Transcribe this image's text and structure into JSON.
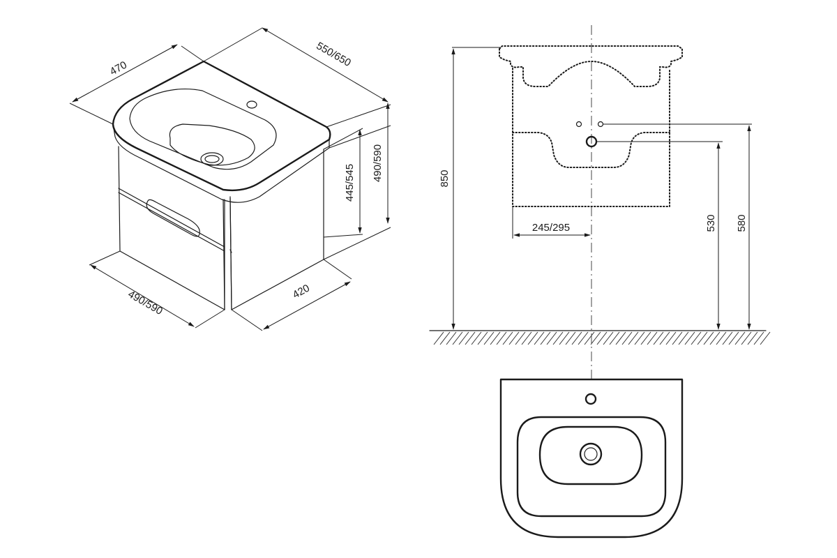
{
  "dimensions": {
    "iso_depth": "470",
    "iso_width_top": "550/650",
    "iso_height_total": "490/590",
    "iso_height_cabinet": "445/545",
    "iso_width_bottom": "490/590",
    "iso_depth_bottom": "420",
    "wall_height": "850",
    "drain_offset": "245/295",
    "drain_height": "530",
    "tap_height": "580"
  }
}
